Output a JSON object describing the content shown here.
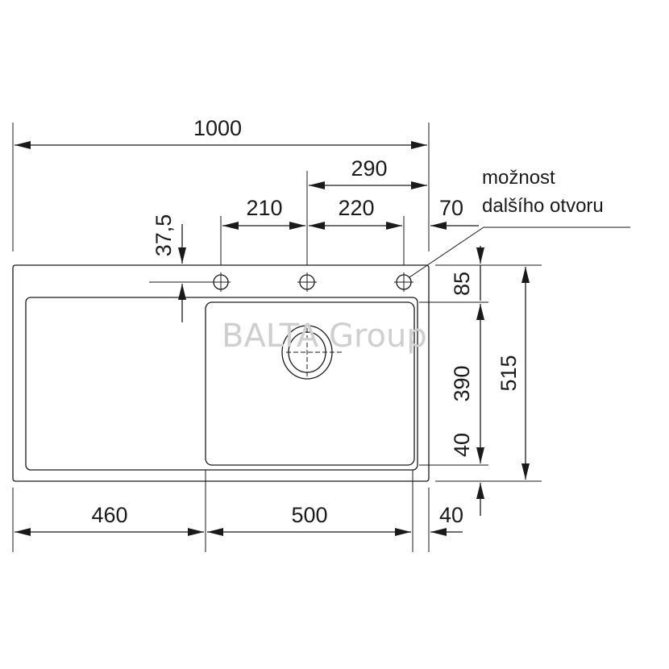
{
  "dimensions": {
    "overall_width": "1000",
    "right_offset": "290",
    "hole_spacing_1": "210",
    "hole_spacing_2": "220",
    "hole_edge": "70",
    "hole_from_edge": "37,5",
    "top_to_bowl": "85",
    "bowl_depth": "390",
    "bowl_to_bottom": "40",
    "overall_depth": "515",
    "drainer_width": "460",
    "bowl_width": "500",
    "right_margin": "40"
  },
  "note": {
    "line1": "možnost",
    "line2": "dalšího otvoru"
  },
  "watermark": "BALTA Group",
  "colors": {
    "line": "#1a1a1a",
    "watermark": "#cfcfcf"
  }
}
